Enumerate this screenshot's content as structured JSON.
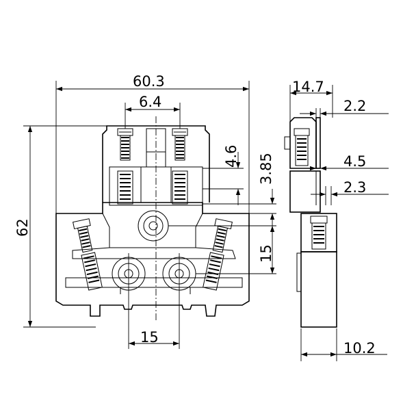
{
  "dimensions": {
    "overall_width": "60.3",
    "screw_pitch_top": "6.4",
    "depth_top": "14.7",
    "gap_top": "2.2",
    "height_4_6": "4.6",
    "height_3_85": "3.85",
    "height_4_5": "4.5",
    "gap_2_3": "2.3",
    "overall_height": "62",
    "height_15": "15",
    "hole_pitch_15": "15",
    "base_depth": "10.2"
  }
}
